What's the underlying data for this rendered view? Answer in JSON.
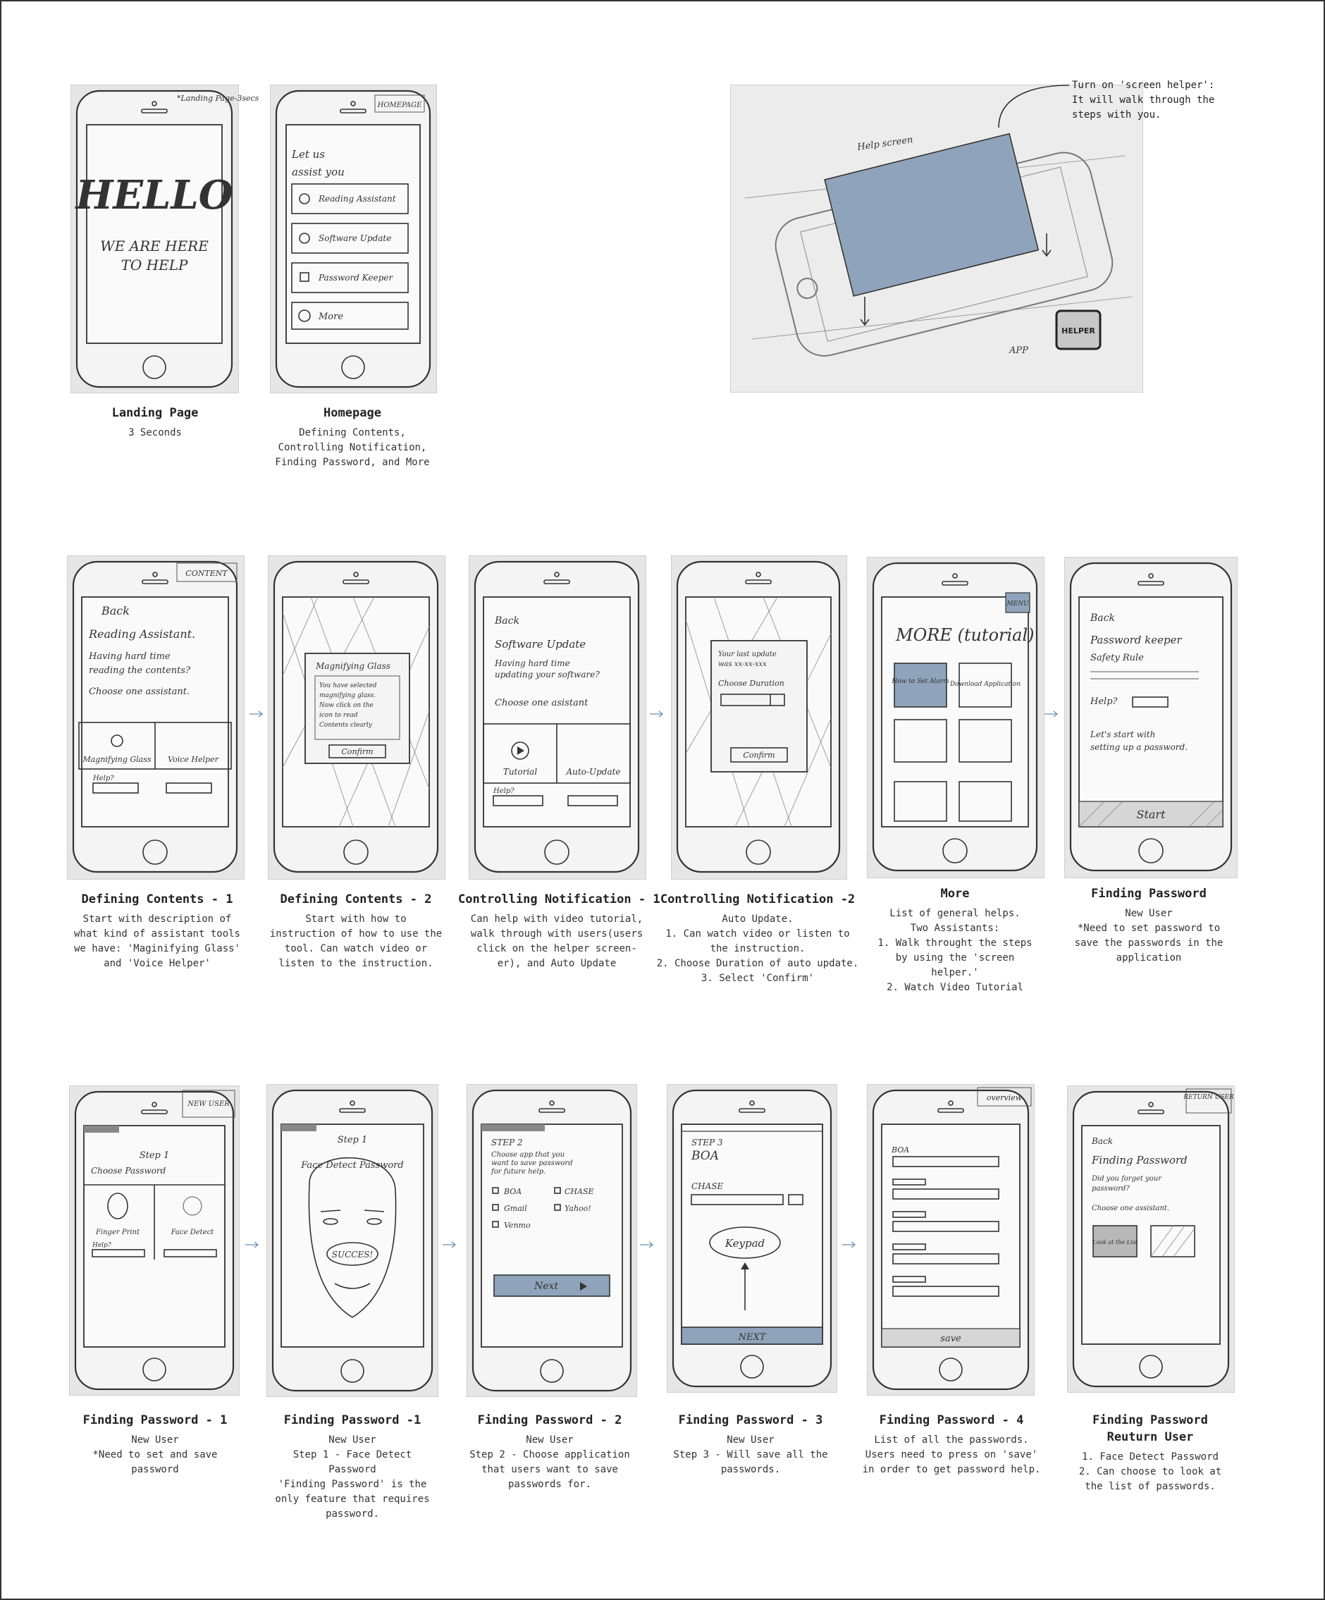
{
  "screens": [
    {
      "title": "Landing Page",
      "desc": "3 Seconds",
      "sketch": {
        "tag": "*Landing Page-3secs",
        "lines": [
          "HELLO",
          "WE ARE HERE",
          "TO HELP"
        ]
      }
    },
    {
      "title": "Homepage",
      "desc": "Defining Contents,\nControlling Notification,\nFinding Password, and More",
      "sketch": {
        "tag": "HOMEPAGE",
        "heading": [
          "Let us",
          "assist you"
        ],
        "buttons": [
          "Reading Assistant",
          "Software Update",
          "Password Keeper",
          "More"
        ]
      }
    },
    {
      "title": "Defining Contents - 1",
      "desc": "Start with description of\nwhat kind of assistant tools\nwe have: 'Maginifying Glass'\nand 'Voice Helper'",
      "sketch": {
        "tag": "CONTENT",
        "lines": [
          "Back",
          "Reading Assistant.",
          "Having hard time",
          "reading the contents?",
          "Choose one assistant."
        ],
        "options": [
          "Magnifying Glass",
          "Voice Helper"
        ],
        "help": "Help?"
      }
    },
    {
      "title": "Defining Contents - 2",
      "desc": "Start with how to\ninstruction of how to use the\ntool. Can watch video or\nlisten to the instruction.",
      "sketch": {
        "lines": [
          "Magnifying Glass",
          "You have selected",
          "magnifying glass.",
          "Now click on the",
          "icon to read",
          "Contents clearly"
        ],
        "button": "Confirm"
      }
    },
    {
      "title": "Controlling Notification - 1",
      "desc": "Can help with video tutorial,\nwalk through with users(users\nclick on the helper screen-\ner), and Auto Update",
      "sketch": {
        "lines": [
          "Back",
          "Software Update",
          "Having hard time",
          "updating your software?",
          "Choose one asistant"
        ],
        "options": [
          "Tutorial",
          "Auto-Update"
        ],
        "help": "Help?"
      }
    },
    {
      "title": "Controlling Notification -2",
      "desc": "Auto Update.\n1. Can watch video or listen to\nthe instruction.\n2. Choose Duration of auto update.\n3. Select 'Confirm'",
      "sketch": {
        "lines": [
          "Your last update",
          "was xx-xx-xxx",
          "Choose Duration"
        ],
        "button": "Confirm"
      }
    },
    {
      "title": "More",
      "desc": "List of general helps.\nTwo Assistants:\n1. Walk throught the steps\nby using the 'screen\nhelper.'\n2. Watch Video Tutorial",
      "sketch": {
        "tag": "MENU",
        "lines": [
          "MORE (tutorial)",
          "How to Set Alarm",
          "Download Application"
        ]
      }
    },
    {
      "title": "Finding Password",
      "desc": "New User\n*Need to set password to\nsave the passwords in the\napplication",
      "sketch": {
        "lines": [
          "Back",
          "Password keeper",
          "Safety Rule",
          "Help?",
          "Let's start with",
          "setting up a password."
        ],
        "button": "Start"
      }
    },
    {
      "title": "Finding Password - 1",
      "desc": "New User\n*Need to set and save\npassword",
      "sketch": {
        "tag": "NEW USER",
        "lines": [
          "Step 1",
          "Choose Password"
        ],
        "options": [
          "Finger Print",
          "Face Detect"
        ],
        "help": "Help?"
      }
    },
    {
      "title": "Finding Password -1",
      "desc": "New User\nStep 1 - Face Detect\nPassword\n'Finding Password' is the\nonly feature that requires\npassword.",
      "sketch": {
        "lines": [
          "Step 1",
          "Face Detect Password",
          "SUCCES!"
        ]
      }
    },
    {
      "title": "Finding Password - 2",
      "desc": "New User\nStep 2 - Choose application\nthat users want to save\npasswords for.",
      "sketch": {
        "lines": [
          "STEP 2",
          "Choose app that you",
          "want to save password",
          "for future help."
        ],
        "apps": [
          "BOA",
          "CHASE",
          "Gmail",
          "Yahoo!",
          "Venmo"
        ],
        "button": "Next"
      }
    },
    {
      "title": "Finding Password - 3",
      "desc": "New User\nStep 3 - Will save all the\npasswords.",
      "sketch": {
        "lines": [
          "STEP 3",
          "BOA",
          "CHASE",
          "Keypad"
        ],
        "button": "NEXT"
      }
    },
    {
      "title": "Finding Password - 4",
      "desc": "List of all the passwords.\nUsers need to press on 'save'\nin order to get password help.",
      "sketch": {
        "tag": "overview",
        "lines": [
          "BOA"
        ],
        "button": "save"
      }
    },
    {
      "title": "Finding Password\nReuturn User",
      "desc": "1. Face Detect Password\n2. Can choose to look at\nthe list of passwords.",
      "sketch": {
        "tag": "RETURN USER",
        "lines": [
          "Back",
          "Finding Password",
          "Did you forget your",
          "password?",
          "Choose one assistant."
        ],
        "options": [
          "Look at the List"
        ]
      }
    }
  ],
  "helper_sketch": {
    "note": "Turn on 'screen helper':\nIt will walk through the\nsteps with you.",
    "labels": [
      "Help screen",
      "HELPER",
      "APP"
    ]
  }
}
